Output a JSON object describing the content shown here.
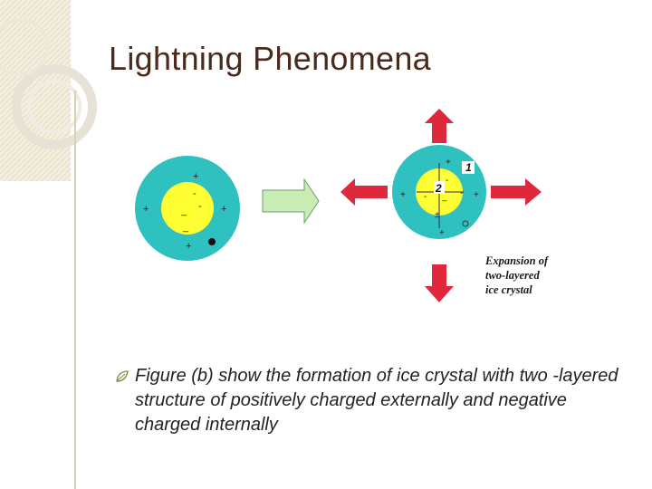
{
  "slide": {
    "title": "Lightning Phenomena",
    "colors": {
      "title": "#4a2a1a",
      "outer_crystal": "#2fc0c0",
      "inner_core": "#ffff33",
      "arrow_green": "#c8ecb4",
      "arrow_red": "#e0283c"
    }
  },
  "figure": {
    "left_crystal": {
      "charges_outer": [
        "+",
        "+",
        "+",
        "+"
      ],
      "charges_inner": [
        "-",
        "-",
        "_",
        "_"
      ]
    },
    "right_crystal": {
      "charges_outer": [
        "+",
        "+",
        "+",
        "+",
        "+"
      ],
      "charges_inner": [
        "-",
        "_",
        "-",
        "-",
        "_"
      ],
      "label_1": "1",
      "label_2": "2"
    },
    "caption": [
      "Expansion of",
      "two-layered",
      "ice crystal"
    ]
  },
  "bullet": {
    "icon": "leaf-bullet-icon",
    "text": "Figure (b) show the formation of ice crystal with two -layered structure of positively charged externally and negative charged internally"
  }
}
